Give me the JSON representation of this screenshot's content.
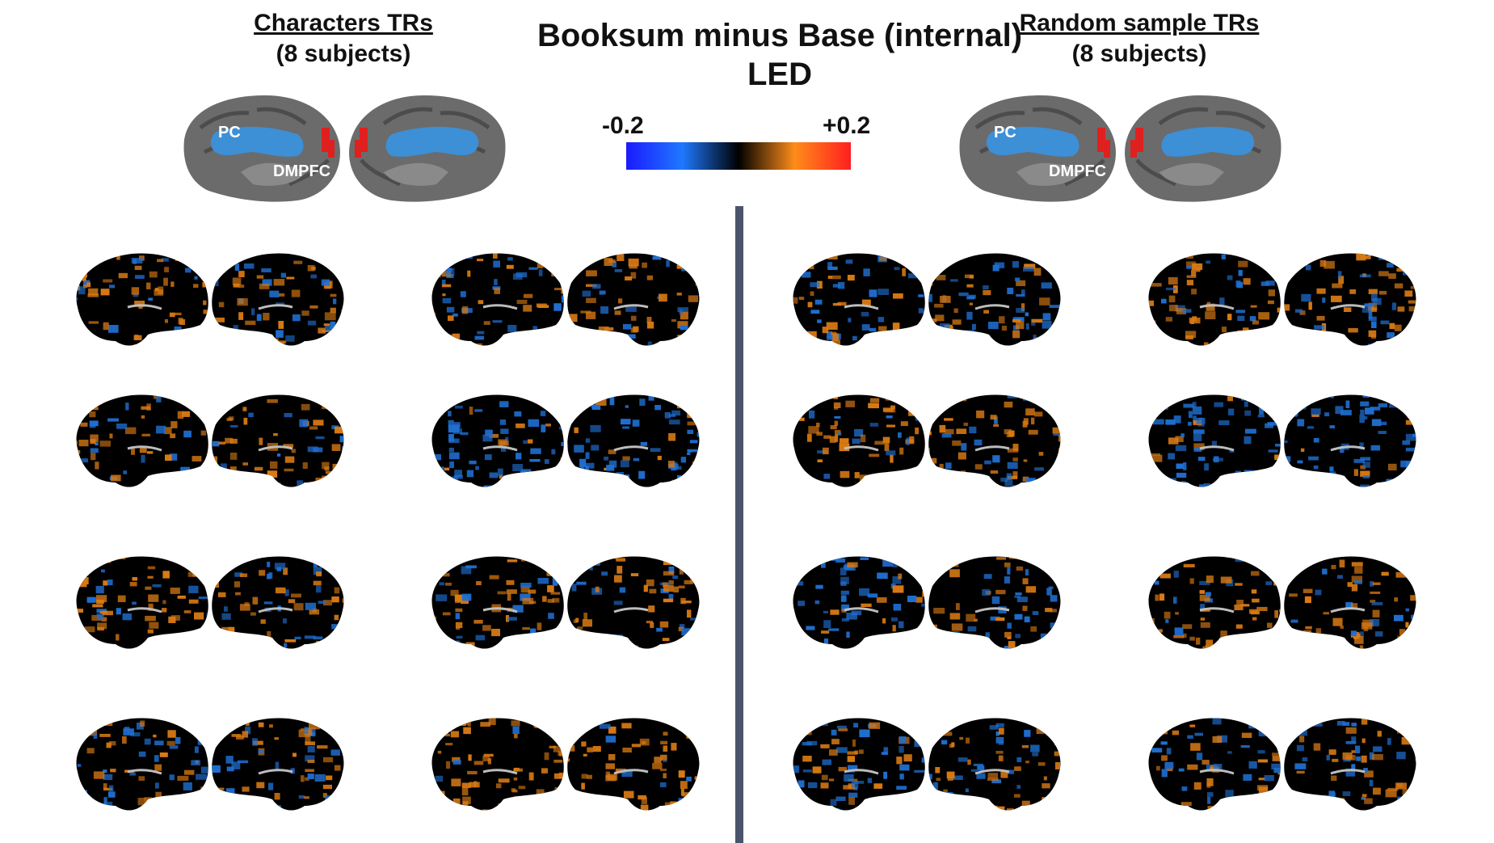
{
  "figure": {
    "title_line1": "Booksum minus Base (internal)",
    "title_line2": "LED",
    "colorbar": {
      "min_label": "-0.2",
      "max_label": "+0.2",
      "colors": [
        "#1a1aff",
        "#1f78ff",
        "#000000",
        "#ff8c1a",
        "#ff1f1f"
      ]
    }
  },
  "left_panel": {
    "title": "Characters TRs",
    "subtitle": "(8 subjects)",
    "roi_labels": [
      "PC",
      "DMPFC"
    ]
  },
  "right_panel": {
    "title": "Random sample TRs",
    "subtitle": "(8 subjects)",
    "roi_labels": [
      "PC",
      "DMPFC"
    ]
  },
  "colors": {
    "roi_blue": "#3d8fd6",
    "roi_red": "#e0201e",
    "positive_orange": "#d97a14",
    "negative_blue": "#1f6fd1",
    "brain_gray": "#6b6b6b",
    "brain_black": "#000000",
    "divider": "#4a556b"
  },
  "subject_maps": {
    "left": [
      {
        "orange": 0.6,
        "blue": 0.4
      },
      {
        "orange": 0.6,
        "blue": 0.4
      },
      {
        "orange": 0.7,
        "blue": 0.3
      },
      {
        "orange": 0.2,
        "blue": 0.8
      },
      {
        "orange": 0.6,
        "blue": 0.4
      },
      {
        "orange": 0.75,
        "blue": 0.25
      },
      {
        "orange": 0.5,
        "blue": 0.5
      },
      {
        "orange": 0.9,
        "blue": 0.1
      }
    ],
    "right": [
      {
        "orange": 0.4,
        "blue": 0.6
      },
      {
        "orange": 0.7,
        "blue": 0.3
      },
      {
        "orange": 0.75,
        "blue": 0.25
      },
      {
        "orange": 0.15,
        "blue": 0.85
      },
      {
        "orange": 0.35,
        "blue": 0.65
      },
      {
        "orange": 0.7,
        "blue": 0.3
      },
      {
        "orange": 0.5,
        "blue": 0.5
      },
      {
        "orange": 0.45,
        "blue": 0.55
      }
    ]
  }
}
